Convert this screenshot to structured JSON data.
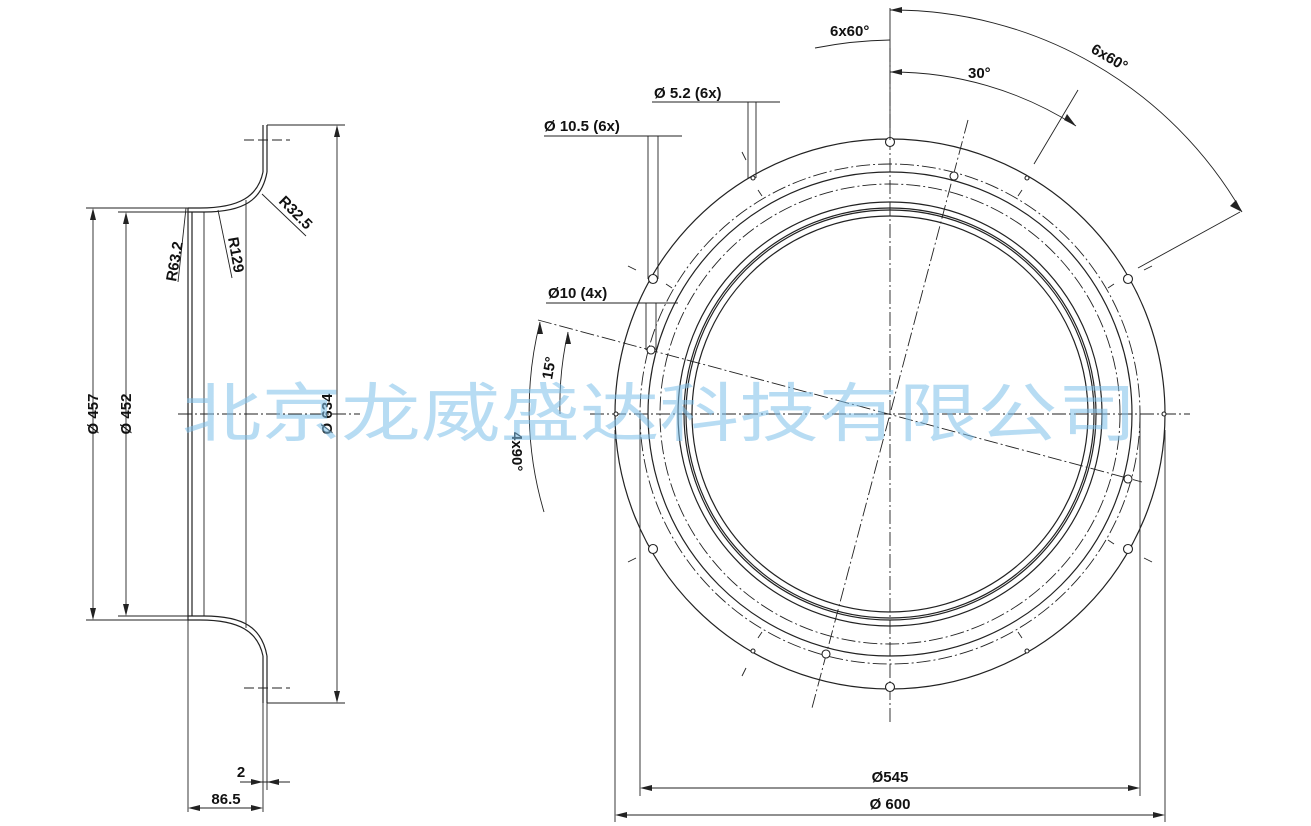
{
  "side_view": {
    "dims": {
      "d457": "Ø 457",
      "d452": "Ø 452",
      "d634": "Ø 634",
      "r63": "R63.2",
      "r129": "R129",
      "r32": "R32.5",
      "thk": "2",
      "depth": "86.5"
    }
  },
  "front_view": {
    "dims": {
      "d545": "Ø545",
      "d600": "Ø 600",
      "angle6x60_a": "6x60°",
      "angle6x60_b": "6x60°",
      "angle30": "30°",
      "angle15": "15°",
      "angle4x90": "4x90°",
      "hole52": "Ø 5.2 (6x)",
      "hole105": "Ø 10.5 (6x)",
      "hole10": "Ø10 (4x)"
    }
  },
  "watermark": "北京龙威盛达科技有限公司"
}
